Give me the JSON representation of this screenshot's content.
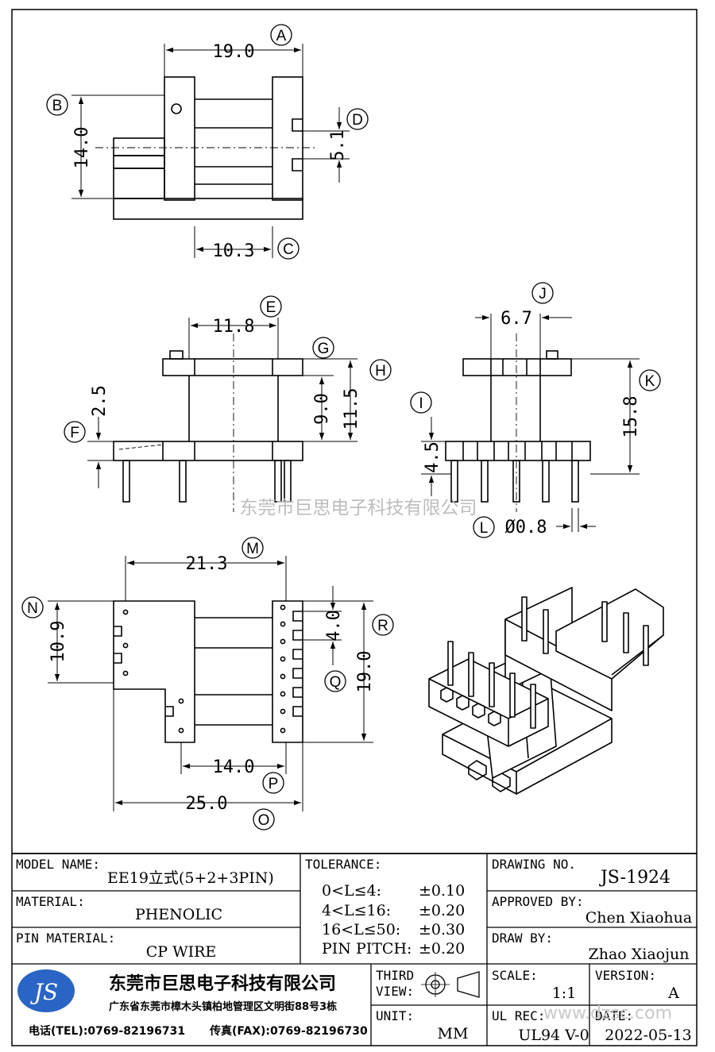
{
  "dimensions": {
    "A": {
      "letter": "A",
      "value": "19.0"
    },
    "B": {
      "letter": "B",
      "value": "14.0"
    },
    "C": {
      "letter": "C",
      "value": "10.3"
    },
    "D": {
      "letter": "D",
      "value": "5.1"
    },
    "E": {
      "letter": "E",
      "value": "11.8"
    },
    "F": {
      "letter": "F",
      "value": "2.5"
    },
    "G": {
      "letter": "G"
    },
    "H": {
      "letter": "H",
      "value": "11.5"
    },
    "H2": {
      "value": "9.0"
    },
    "I": {
      "letter": "I",
      "value": "4.5"
    },
    "J": {
      "letter": "J",
      "value": "6.7"
    },
    "K": {
      "letter": "K",
      "value": "15.8"
    },
    "L": {
      "letter": "L",
      "value": "Ø0.8"
    },
    "M": {
      "letter": "M",
      "value": "21.3"
    },
    "N": {
      "letter": "N",
      "value": "10.9"
    },
    "O": {
      "letter": "O",
      "value": "25.0"
    },
    "P": {
      "letter": "P",
      "value": "14.0"
    },
    "Q": {
      "letter": "Q",
      "value": "4.0"
    },
    "R": {
      "letter": "R",
      "value": "19.0"
    }
  },
  "watermark": "东莞市巨思电子科技有限公司",
  "title_block": {
    "model_name_label": "MODEL NAME:",
    "model_name": "EE19立式(5+2+3PIN)",
    "material_label": "MATERIAL:",
    "material": "PHENOLIC",
    "pin_material_label": "PIN MATERIAL:",
    "pin_material": "CP WIRE",
    "tolerance_label": "TOLERANCE:",
    "tolerances": [
      {
        "range": "0<L≤4:",
        "value": "±0.10"
      },
      {
        "range": "4<L≤16:",
        "value": "±0.20"
      },
      {
        "range": "16<L≤50:",
        "value": "±0.30"
      },
      {
        "range": "PIN PITCH:",
        "value": "±0.20"
      }
    ],
    "drawing_no_label": "DRAWING NO.",
    "drawing_no": "JS-1924",
    "approved_by_label": "APPROVED BY:",
    "approved_by": "Chen Xiaohua",
    "draw_by_label": "DRAW BY:",
    "draw_by": "Zhao Xiaojun",
    "logo_text": "JS",
    "company_name": "东莞市巨思电子科技有限公司",
    "company_address": "广东省东莞市樟木头镇柏地管理区文明街88号3栋",
    "tel": "电话(TEL):0769-82196731",
    "fax": "传真(FAX):0769-82196730",
    "third_view_label_1": "THIRD",
    "third_view_label_2": "VIEW:",
    "unit_label": "UNIT:",
    "unit": "MM",
    "scale_label": "SCALE:",
    "scale": "1:1",
    "version_label": "VERSION:",
    "version": "A",
    "ul_rec_label": "UL REC:",
    "ul_rec": "UL94 V-0",
    "date_label": "DATE:",
    "date": "2022-05-13",
    "site_watermark": "www.dzsc.com"
  }
}
